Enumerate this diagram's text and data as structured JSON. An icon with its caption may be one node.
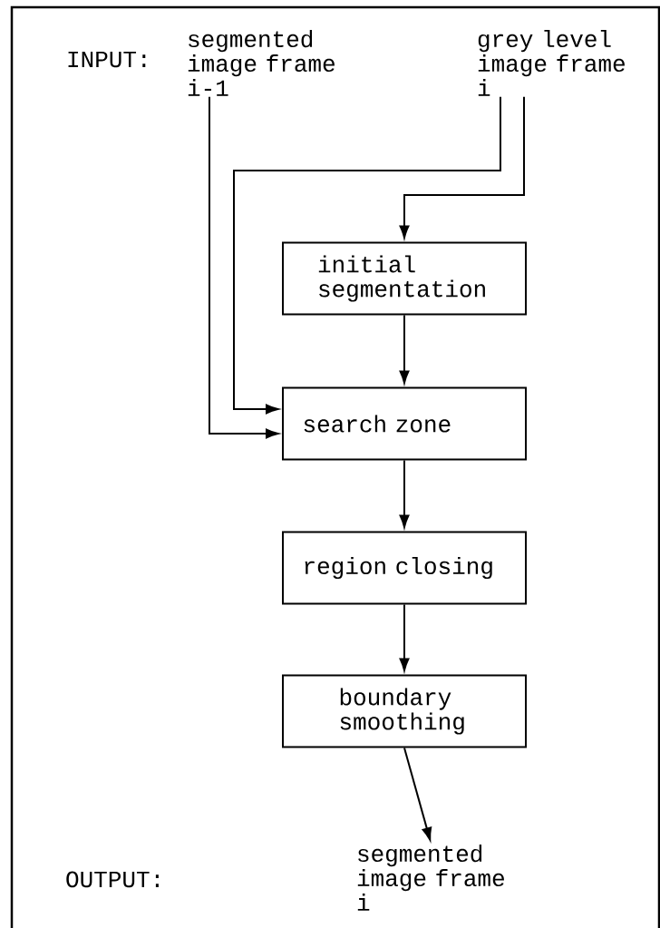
{
  "diagram": {
    "nodes": [
      {
        "text": [
          "segmented image frame i-1"
        ]
      },
      {
        "text": [
          "grey level image frame i"
        ]
      },
      {
        "text": [
          "initial segmentation"
        ]
      },
      {
        "text": [
          "search zone"
        ]
      },
      {
        "text": [
          "region closing"
        ]
      },
      {
        "text": [
          "boundary smoothing"
        ]
      },
      {
        "text": [
          "segmented image frame i"
        ]
      }
    ],
    "edges": [
      {
        "from": 1,
        "to": 2,
        "arrow": "to"
      },
      {
        "from": 1,
        "to": 3,
        "arrow": "to"
      },
      {
        "from": 0,
        "to": 3,
        "arrow": "to"
      },
      {
        "from": 2,
        "to": 3,
        "arrow": "to"
      },
      {
        "from": 3,
        "to": 4,
        "arrow": "to"
      },
      {
        "from": 4,
        "to": 5,
        "arrow": "to"
      },
      {
        "from": 5,
        "to": 6,
        "arrow": "to"
      }
    ],
    "labels": [
      "INPUT:",
      "OUTPUT:"
    ]
  }
}
